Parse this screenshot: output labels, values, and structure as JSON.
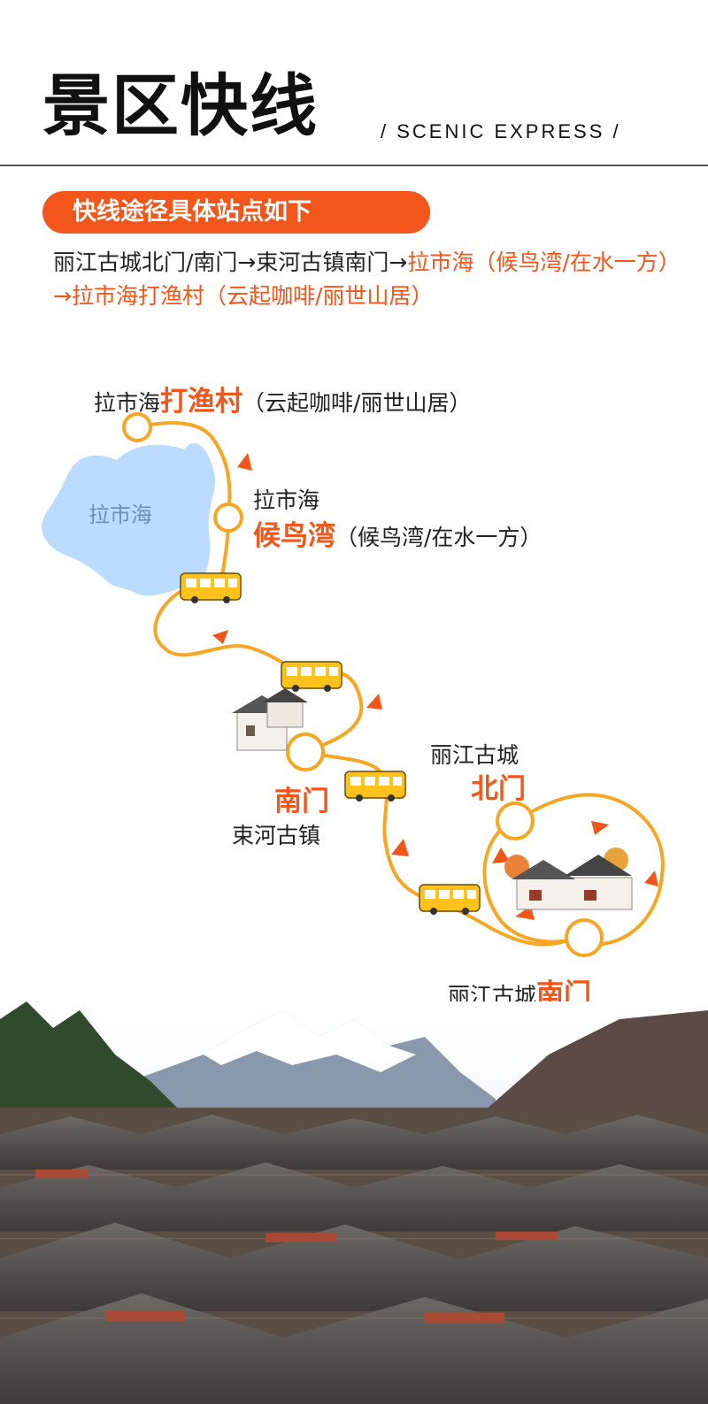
{
  "header": {
    "title": "景区快线",
    "subtitle": "/ SCENIC EXPRESS /"
  },
  "intro": {
    "pill": "快线途径具体站点如下",
    "route_plain": "丽江古城北门/南门→束河古镇南门→",
    "route_highlight": "拉市海（候鸟湾/在水一方）→拉市海打渔村（云起咖啡/丽世山居）"
  },
  "map": {
    "lake_label": "拉市海",
    "stop_dayu": {
      "prefix": "拉市海",
      "name": "打渔村",
      "note": "（云起咖啡/丽世山居）"
    },
    "stop_houniao": {
      "prefix": "拉市海",
      "name": "候鸟湾",
      "note": "（候鸟湾/在水一方）"
    },
    "stop_shuhe": {
      "name": "南门",
      "place": "束河古镇"
    },
    "stop_north": {
      "prefix": "丽江古城",
      "name": "北门"
    },
    "stop_south": {
      "prefix": "丽江古城",
      "name": "南门"
    }
  },
  "colors": {
    "accent": "#f2561b",
    "route_line": "#f5a623",
    "bus": "#ffc21a",
    "lake": "#bcdcff"
  },
  "icons": [
    "bus-icon",
    "direction-arrow-icon",
    "stop-marker-icon",
    "house-illustration",
    "landscape-illustration"
  ]
}
